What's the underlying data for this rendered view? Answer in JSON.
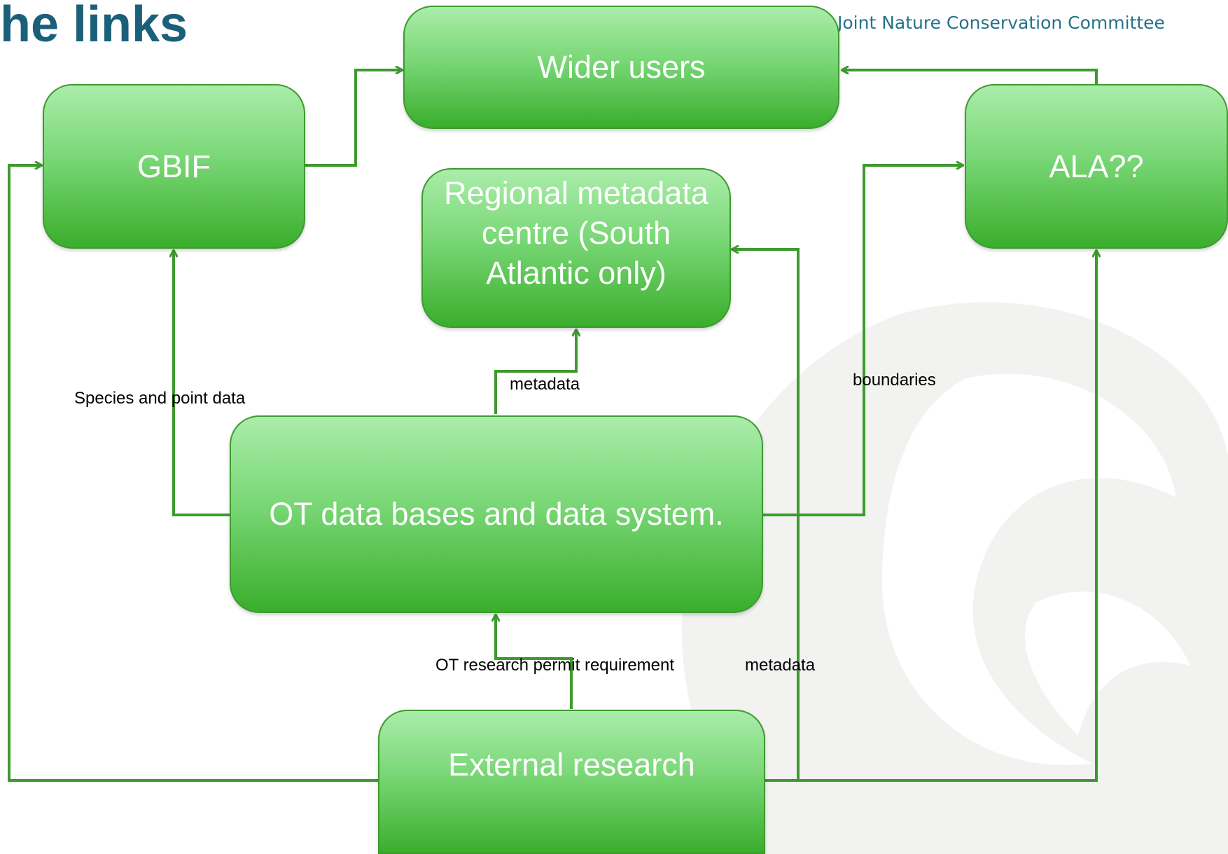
{
  "header": {
    "title": "he links",
    "logo_caption": "Joint Nature Conservation Committee"
  },
  "colors": {
    "title": "#1b6079",
    "node_fill_top": "#aaedaa",
    "node_fill_bottom": "#3aae2c",
    "node_text": "#ffffff",
    "connector": "#3e9a2f",
    "label_text": "#000000"
  },
  "nodes": {
    "wider_users": "Wider users",
    "gbif": "GBIF",
    "ala": "ALA??",
    "regional_metadata": "Regional metadata centre (South Atlantic only)",
    "ot_databases": "OT data bases and data system.",
    "external_research": "External research"
  },
  "edge_labels": {
    "species": "Species and point data",
    "metadata_upper": "metadata",
    "boundaries": "boundaries",
    "permit": "OT research permit requirement",
    "metadata_lower": "metadata"
  }
}
